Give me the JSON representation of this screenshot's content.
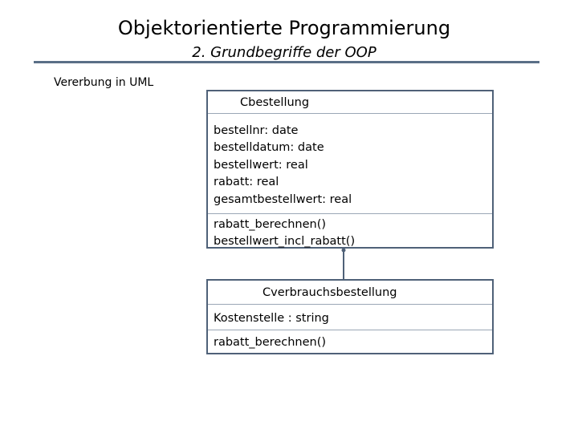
{
  "header": {
    "title": "Objektorientierte Programmierung",
    "subtitle": "2. Grundbegriffe der OOP"
  },
  "section_label": "Vererbung in UML",
  "colors": {
    "rule": "#5a6f87",
    "box_border": "#4f6178",
    "divider": "#9aa7b6"
  },
  "classes": [
    {
      "name": "Cbestellung",
      "attributes": [
        "bestellnr: date",
        "bestelldatum: date",
        "bestellwert: real",
        "rabatt: real",
        "gesamtbestellwert: real"
      ],
      "operations": [
        "rabatt_berechnen()",
        "bestellwert_incl_rabatt()"
      ]
    },
    {
      "name": "Cverbrauchsbestellung",
      "attributes": [
        "Kostenstelle : string"
      ],
      "operations": [
        "rabatt_berechnen()"
      ]
    }
  ]
}
